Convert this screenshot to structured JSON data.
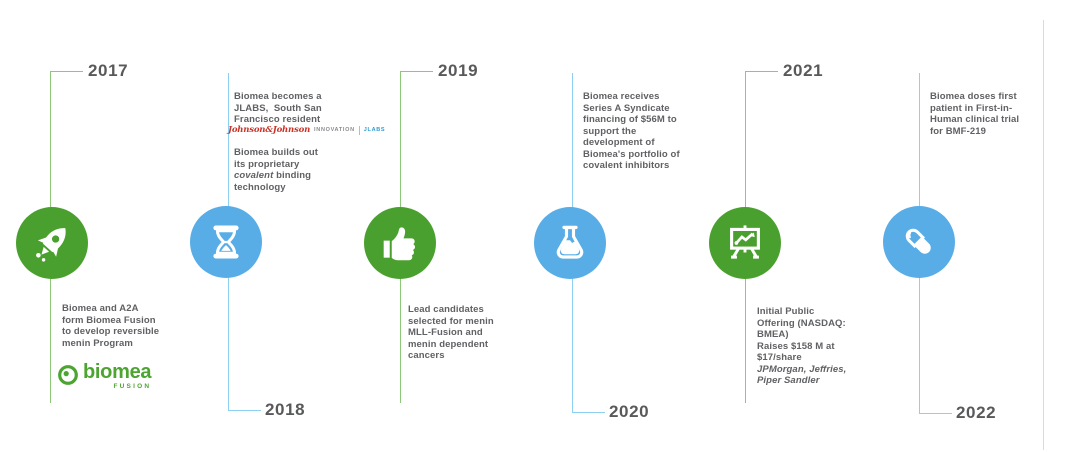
{
  "colors": {
    "circle_green": "#4aa02e",
    "circle_blue": "#58ade7",
    "line_green": "#8cc878",
    "line_blue": "#8dd0f2",
    "year_text": "#58595b",
    "body_text": "#606164",
    "biomea_green": "#4ca431",
    "jnj_red": "#ca3327",
    "jlabs_blue": "#2e9bd5"
  },
  "milestones": {
    "m2017": {
      "year": "2017",
      "icon": "rocket",
      "description": "Biomea and A2A\nform Biomea Fusion\nto develop reversible\nmenin Program",
      "logo": {
        "wordmark": "biomea",
        "subtext": "FUSION"
      }
    },
    "m2018": {
      "year": "2018",
      "icon": "hourglass",
      "description_top": "Biomea becomes a\nJLABS,  South San\nFrancisco resident",
      "partner_logo": {
        "jnj": "Johnson&Johnson",
        "innovation": "INNOVATION",
        "jlabs": "JLABS"
      },
      "description_bottom_1": "Biomea builds out\nits proprietary\n",
      "description_bottom_italic": "covalent",
      "description_bottom_2": " binding\ntechnology"
    },
    "m2019": {
      "year": "2019",
      "icon": "thumbs-up",
      "description": "Lead candidates\nselected for menin\nMLL-Fusion and\nmenin dependent\ncancers"
    },
    "m2020": {
      "year": "2020",
      "icon": "flask",
      "description": "Biomea receives\nSeries A Syndicate\nfinancing of $56M to\nsupport the\ndevelopment of\nBiomea's portfolio of\ncovalent inhibitors"
    },
    "m2021": {
      "year": "2021",
      "icon": "presentation-chart",
      "description": "Initial Public\nOffering (NASDAQ:\nBMEA)\nRaises $158 M at\n$17/share\n",
      "description_italic": "JPMorgan, Jeffries,\nPiper Sandler"
    },
    "m2022": {
      "year": "2022",
      "icon": "pill",
      "description": "Biomea doses first\npatient in First-in-\nHuman clinical trial\nfor BMF-219"
    }
  }
}
